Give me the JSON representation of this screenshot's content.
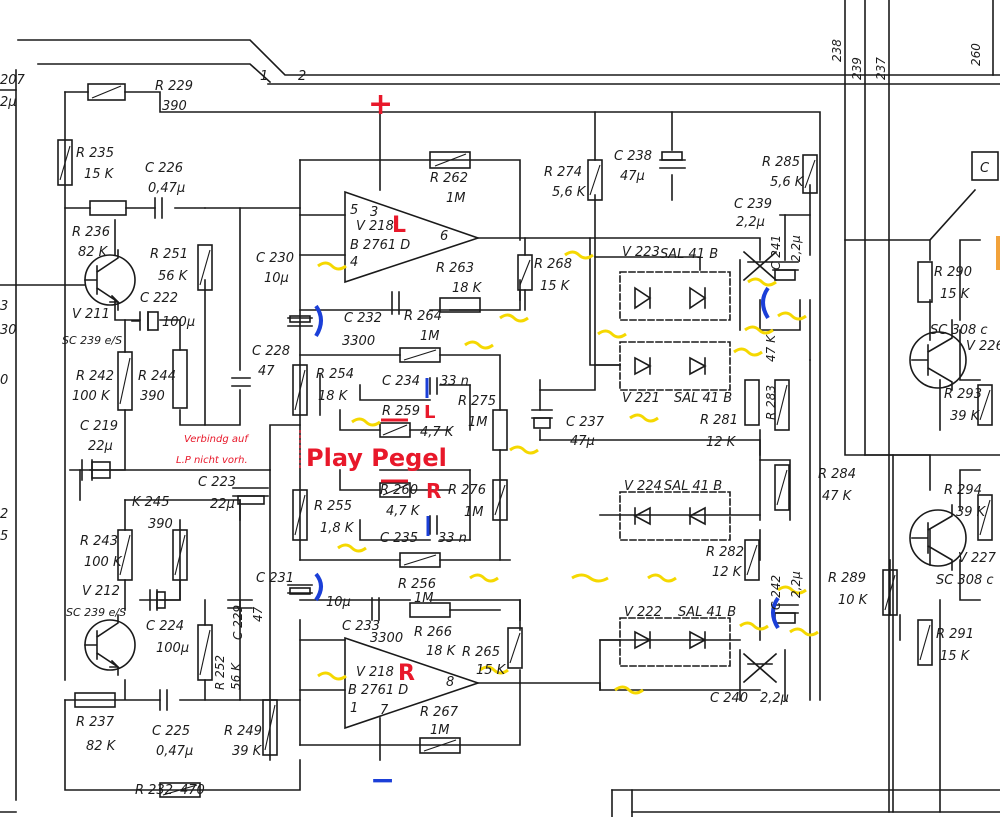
{
  "edge_labels": {
    "l1": "207",
    "l2": "2µ",
    "l3": "3",
    "l4": "30",
    "l5": "0",
    "l6": "2",
    "l7": "5"
  },
  "bus_numbers": {
    "b1": "238",
    "b2": "239",
    "b3": "237",
    "b4": "260",
    "bus_left_1": "1",
    "bus_left_2": "2"
  },
  "connector": {
    "c_box": "C"
  },
  "components": {
    "r229": "R 229",
    "r229v": "390",
    "r235": "R 235",
    "r235v": "15 K",
    "c226": "C 226",
    "c226v": "0,47µ",
    "r236": "R 236",
    "r236v": "82 K",
    "r251": "R 251",
    "r251v": "56 K",
    "c222": "C 222",
    "c222v": "100µ",
    "v211": "V 211",
    "v211t": "SC 239 e/S",
    "r242": "R 242",
    "r242v": "100 K",
    "r244": "R 244",
    "r244v": "390",
    "c219": "C 219",
    "c219v": "22µ",
    "c230": "C 230",
    "c230v": "10µ",
    "c228": "C 228",
    "c228v": "47",
    "c232": "C 232",
    "c232v": "3300",
    "r264": "R 264",
    "r264v": "1M",
    "r254": "R 254",
    "r254v": "18 K",
    "c234": "C 234",
    "c234v": "33 n",
    "r259": "R 259",
    "r259v": "4,7 K",
    "r275": "R 275",
    "r275v": "1M",
    "c237": "C 237",
    "c237v": "47µ",
    "c223": "C 223",
    "c223v": "22µ",
    "r260": "R 260",
    "r260v": "4,7 K",
    "r276": "R 276",
    "r276v": "1M",
    "r255": "R 255",
    "r255v": "1,8 K",
    "c235": "C 235",
    "c235v": "33 n",
    "r245": "K 245",
    "r245v": "390",
    "r243": "R 243",
    "r243v": "100 K",
    "v212": "V 212",
    "v212t": "SC 239 e/S",
    "c224": "C 224",
    "c224v": "100µ",
    "r252": "R 252",
    "r252v": "56 K",
    "c229": "C 229",
    "c229v": "47",
    "c231": "C 231",
    "c231v": "10µ",
    "r256": "R 256",
    "r256v": "1M",
    "c233": "C 233",
    "c233v": "3300",
    "r266": "R 266",
    "r266v": "18 K",
    "r265": "R 265",
    "r265v": "15 K",
    "r237": "R 237",
    "r237v": "82 K",
    "c225": "C 225",
    "c225v": "0,47µ",
    "r249": "R 249",
    "r249v": "39 K",
    "r232": "R 232",
    "r232v": "470",
    "r262": "R 262",
    "r262v": "1M",
    "v218l": "V 218",
    "v218lt": "B 2761 D",
    "r263": "R 263",
    "r263v": "18 K",
    "r268": "R 268",
    "r268v": "15 K",
    "v218r": "V 218",
    "v218rt": "B 2761 D",
    "r267": "R 267",
    "r267v": "1M",
    "r274": "R 274",
    "r274v": "5,6 K",
    "c238": "C 238",
    "c238v": "47µ",
    "r285": "R 285",
    "r285v": "5,6 K",
    "c239": "C 239",
    "c239v": "2,2µ",
    "c241": "C 241",
    "c241v": "2,2µ",
    "v223": "V 223",
    "v223t": "SAL 41 B",
    "v221": "V 221",
    "v221t": "SAL 41 B",
    "r281": "R 281",
    "r281v": "12 K",
    "r283": "R 283",
    "r283v": "47 K",
    "v224": "V 224",
    "v224t": "SAL 41 B",
    "r282": "R 282",
    "r282v": "12 K",
    "v222": "V 222",
    "v222t": "SAL 41 B",
    "c242": "C 242",
    "c242v": "2,2µ",
    "c240": "C 240",
    "c240v": "2,2µ",
    "r284": "R 284",
    "r284v": "47 K",
    "r289": "R 289",
    "r289v": "10 K",
    "r290": "R 290",
    "r290v": "15 K",
    "v226": "V 226",
    "v226t": "SC 308 c",
    "r293": "R 293",
    "r293v": "39 K",
    "r294": "R 294",
    "r294v": "39 K",
    "v227": "V 227",
    "v227t": "SC 308 c",
    "r291": "R 291",
    "r291v": "15 K",
    "pin5": "5",
    "pin3": "3",
    "pin4": "4",
    "pin6": "6",
    "pin1": "1",
    "pin7": "7",
    "pin8": "8"
  },
  "annotations": {
    "plus": "+",
    "minus": "−",
    "opamp_l_mark": "L",
    "opamp_r_mark": "R",
    "r259_mark": "L",
    "r260_mark": "R",
    "play_pegel": "Play Pegel",
    "note_line1": "Verbindg auf",
    "note_line2": "L.P nicht vorh."
  },
  "colors": {
    "ink": "#1a1a1a",
    "red": "#e8182a",
    "blue": "#1b3fd8",
    "yellow": "#f5d800"
  }
}
